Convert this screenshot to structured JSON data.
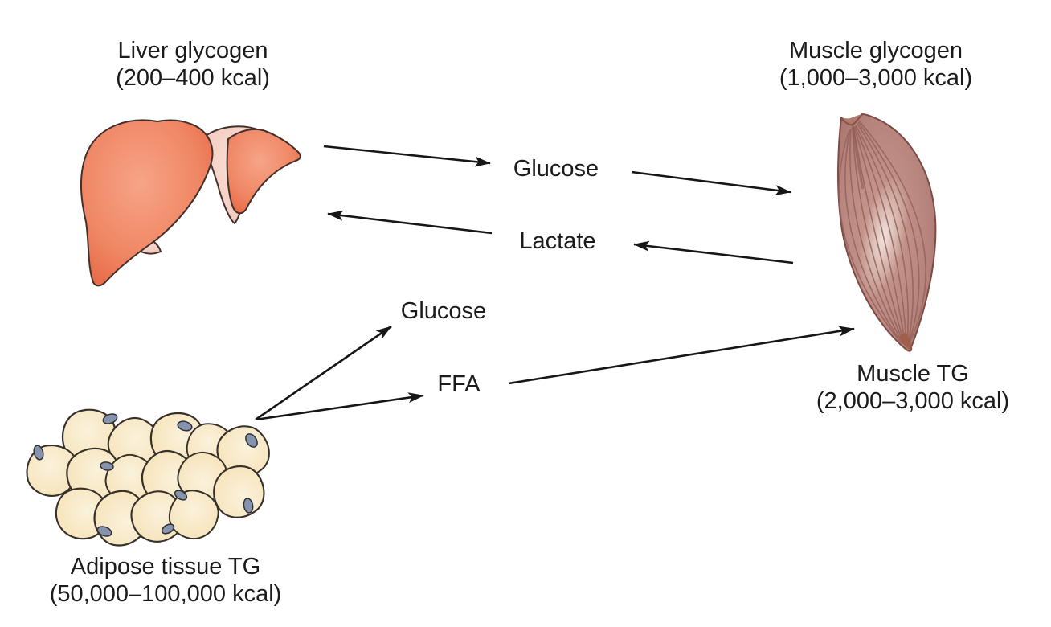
{
  "figure_type": "metabolic-energy-stores-diagram",
  "nodes": {
    "liver": {
      "name": "Liver glycogen",
      "kcal": "(200–400 kcal)",
      "illustration": "liver-organ"
    },
    "muscle_glycogen": {
      "name": "Muscle glycogen",
      "kcal": "(1,000–3,000 kcal)",
      "illustration": "skeletal-muscle"
    },
    "muscle_tg": {
      "name": "Muscle TG",
      "kcal": "(2,000–3,000 kcal)"
    },
    "adipose": {
      "name": "Adipose tissue TG",
      "kcal": "(50,000–100,000 kcal)",
      "illustration": "adipose-tissue-cells"
    }
  },
  "metabolites": {
    "glucose_liver_muscle": "Glucose",
    "lactate": "Lactate",
    "glucose_from_adipose": "Glucose",
    "ffa": "FFA"
  },
  "arrows": [
    {
      "from": "liver",
      "to": "glucose_liver_muscle"
    },
    {
      "from": "glucose_liver_muscle",
      "to": "muscle"
    },
    {
      "from": "muscle",
      "to": "lactate"
    },
    {
      "from": "lactate",
      "to": "liver"
    },
    {
      "from": "adipose",
      "to": "glucose_from_adipose"
    },
    {
      "from": "adipose",
      "to": "ffa"
    },
    {
      "from": "ffa",
      "to": "muscle"
    }
  ],
  "colors": {
    "background": "#ffffff",
    "text": "#1b1b1b",
    "arrow": "#161616",
    "liver_fill": "#EC7A57",
    "liver_edge": "#E5603B",
    "liver_ligament": "#F5D0C4",
    "muscle_fill": "#B5837B",
    "muscle_fiber": "#96625B",
    "adipose_cell": "#F8E9C6",
    "adipose_nucleus": "#8593AC"
  }
}
